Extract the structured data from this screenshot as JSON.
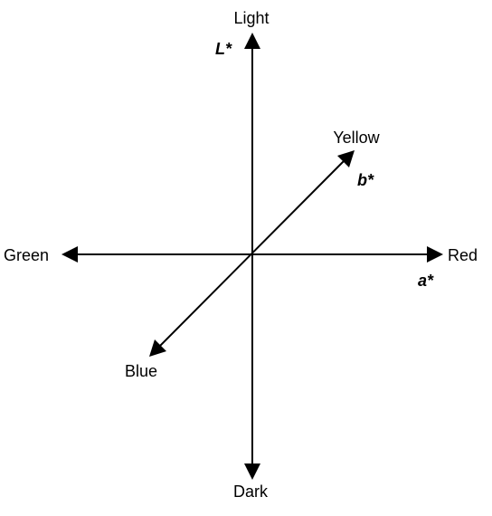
{
  "colors": {
    "ink": "#000000",
    "background": "#ffffff"
  },
  "labels": {
    "light": "Light",
    "dark": "Dark",
    "green": "Green",
    "red": "Red",
    "yellow": "Yellow",
    "blue": "Blue"
  },
  "axis_names": {
    "lightness": "L*",
    "red_green": "a*",
    "yellow_blue": "b*"
  }
}
